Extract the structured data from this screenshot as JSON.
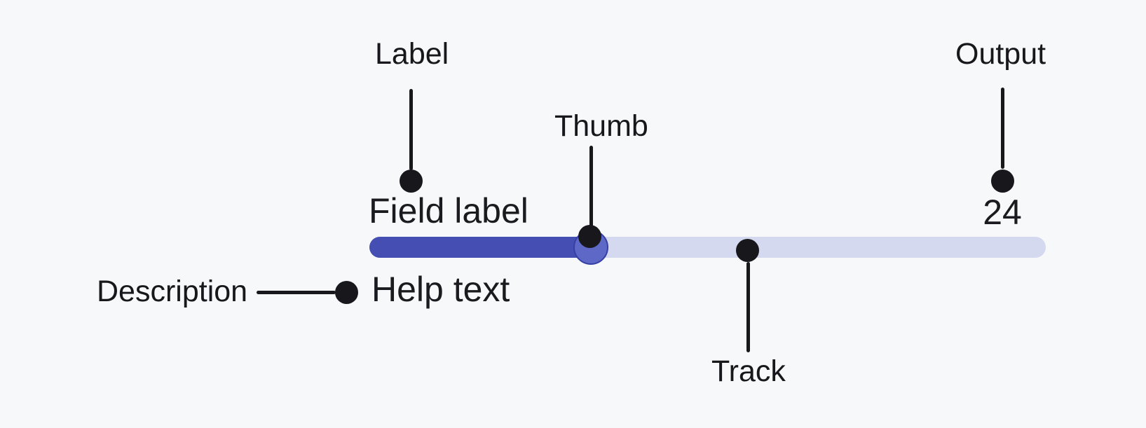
{
  "colors": {
    "bg": "#f7f8fa",
    "ink": "#1a1a1f",
    "annot": "#17171c",
    "track_fill": "#444eb3",
    "track_rail": "#d5d9ef",
    "thumb_fill": "#5e68c6",
    "thumb_border": "#363fa4"
  },
  "slider": {
    "label": "Field label",
    "help_text": "Help text",
    "output_value": "24",
    "value": 24,
    "fill_percent": 32.75
  },
  "annotations": {
    "label": "Label",
    "thumb": "Thumb",
    "output": "Output",
    "track": "Track",
    "description": "Description"
  }
}
